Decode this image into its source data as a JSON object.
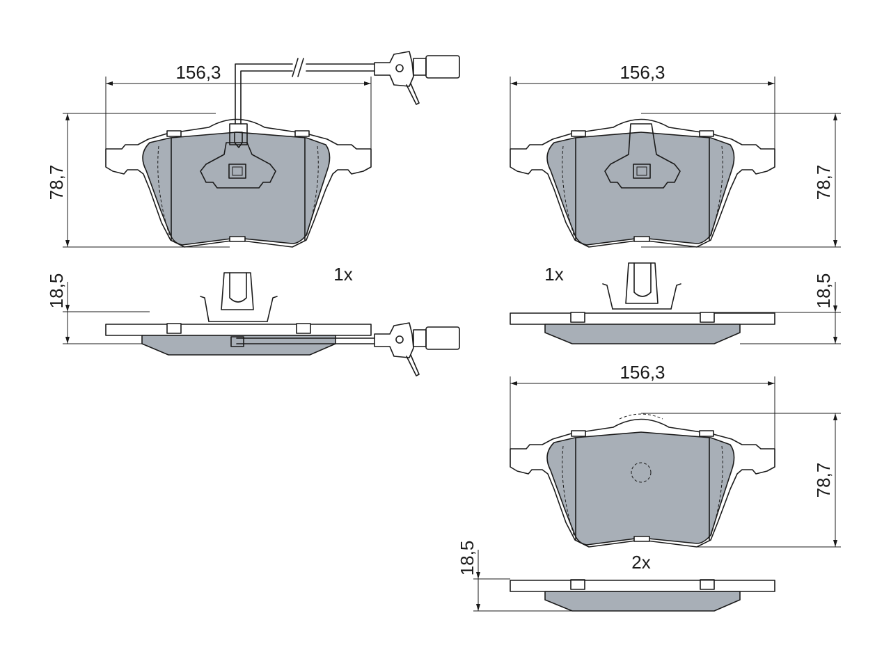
{
  "drawing": {
    "top_left": {
      "width_label": "156,3",
      "height_label": "78,7"
    },
    "top_right": {
      "width_label": "156,3",
      "height_label": "78,7"
    },
    "bottom_right": {
      "width_label": "156,3",
      "height_label": "78,7"
    },
    "side_left": {
      "thickness_label": "18,5",
      "qty_label": "1x"
    },
    "side_right": {
      "thickness_label": "18,5",
      "qty_label": "1x"
    },
    "side_bottom": {
      "thickness_label": "18,5",
      "qty_label": "2x"
    }
  }
}
